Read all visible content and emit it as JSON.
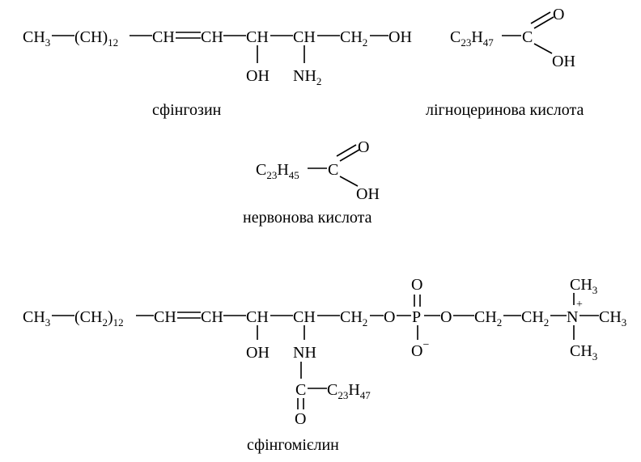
{
  "molecules": {
    "sphingosine": {
      "caption": "сфінгозин",
      "CH3": "CH",
      "s3": "3",
      "CHgrp": "(CH)",
      "n12": "12",
      "CH_a": "CH",
      "CH_b": "CH",
      "CH_c": "CH",
      "CH_d": "CH",
      "CH2": "CH",
      "s2": "2",
      "OH_end": "OH",
      "OH_sub": "OH",
      "NH2": "NH",
      "s2n": "2"
    },
    "lignoceric": {
      "caption": "лігноцеринова кислота",
      "C": "C",
      "n23": "23",
      "H": "H",
      "n47": "47",
      "Cc": "C",
      "O": "O",
      "OH": "OH"
    },
    "nervonic": {
      "caption": "нервонова кислота",
      "C": "C",
      "n23": "23",
      "H": "H",
      "n45": "45",
      "Cc": "C",
      "O": "O",
      "OH": "OH"
    },
    "sphingomyelin": {
      "caption": "сфінгомієлин",
      "CH3": "CH",
      "s3": "3",
      "CH2grp": "(CH",
      "s2g": "2",
      "close": ")",
      "n12": "12",
      "CH_a": "CH",
      "CH_b": "CH",
      "CH_c": "CH",
      "CH_d": "CH",
      "CH2a": "CH",
      "s2a": "2",
      "O1": "O",
      "P": "P",
      "O2": "O",
      "CH2b": "CH",
      "s2b": "2",
      "CH2c": "CH",
      "s2c": "2",
      "N": "N",
      "plus": "+",
      "CH3top": "CH",
      "s3t": "3",
      "CH3right": "CH",
      "s3r": "3",
      "CH3bot": "CH",
      "s3b": "3",
      "Otop": "O",
      "Obot": "O",
      "minus": "−",
      "OH": "OH",
      "NH": "NH",
      "Cam": "C",
      "Oam": "O",
      "C23": "C",
      "n23": "23",
      "H47": "H",
      "n47": "47"
    }
  }
}
